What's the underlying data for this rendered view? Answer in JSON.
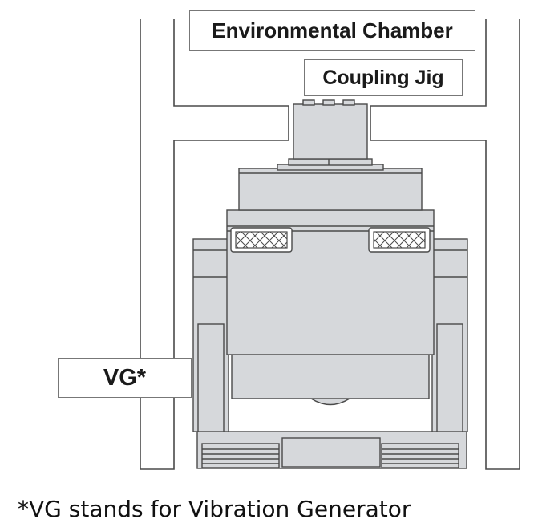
{
  "labels": {
    "environmental_chamber": "Environmental Chamber",
    "coupling_jig": "Coupling Jig",
    "vg": "VG*"
  },
  "footnote": "*VG stands for Vibration Generator",
  "colors": {
    "line": "#4a4a4a",
    "body_fill": "#d6d8db",
    "chamber_fill": "#ffffff",
    "label_border": "#777777"
  }
}
